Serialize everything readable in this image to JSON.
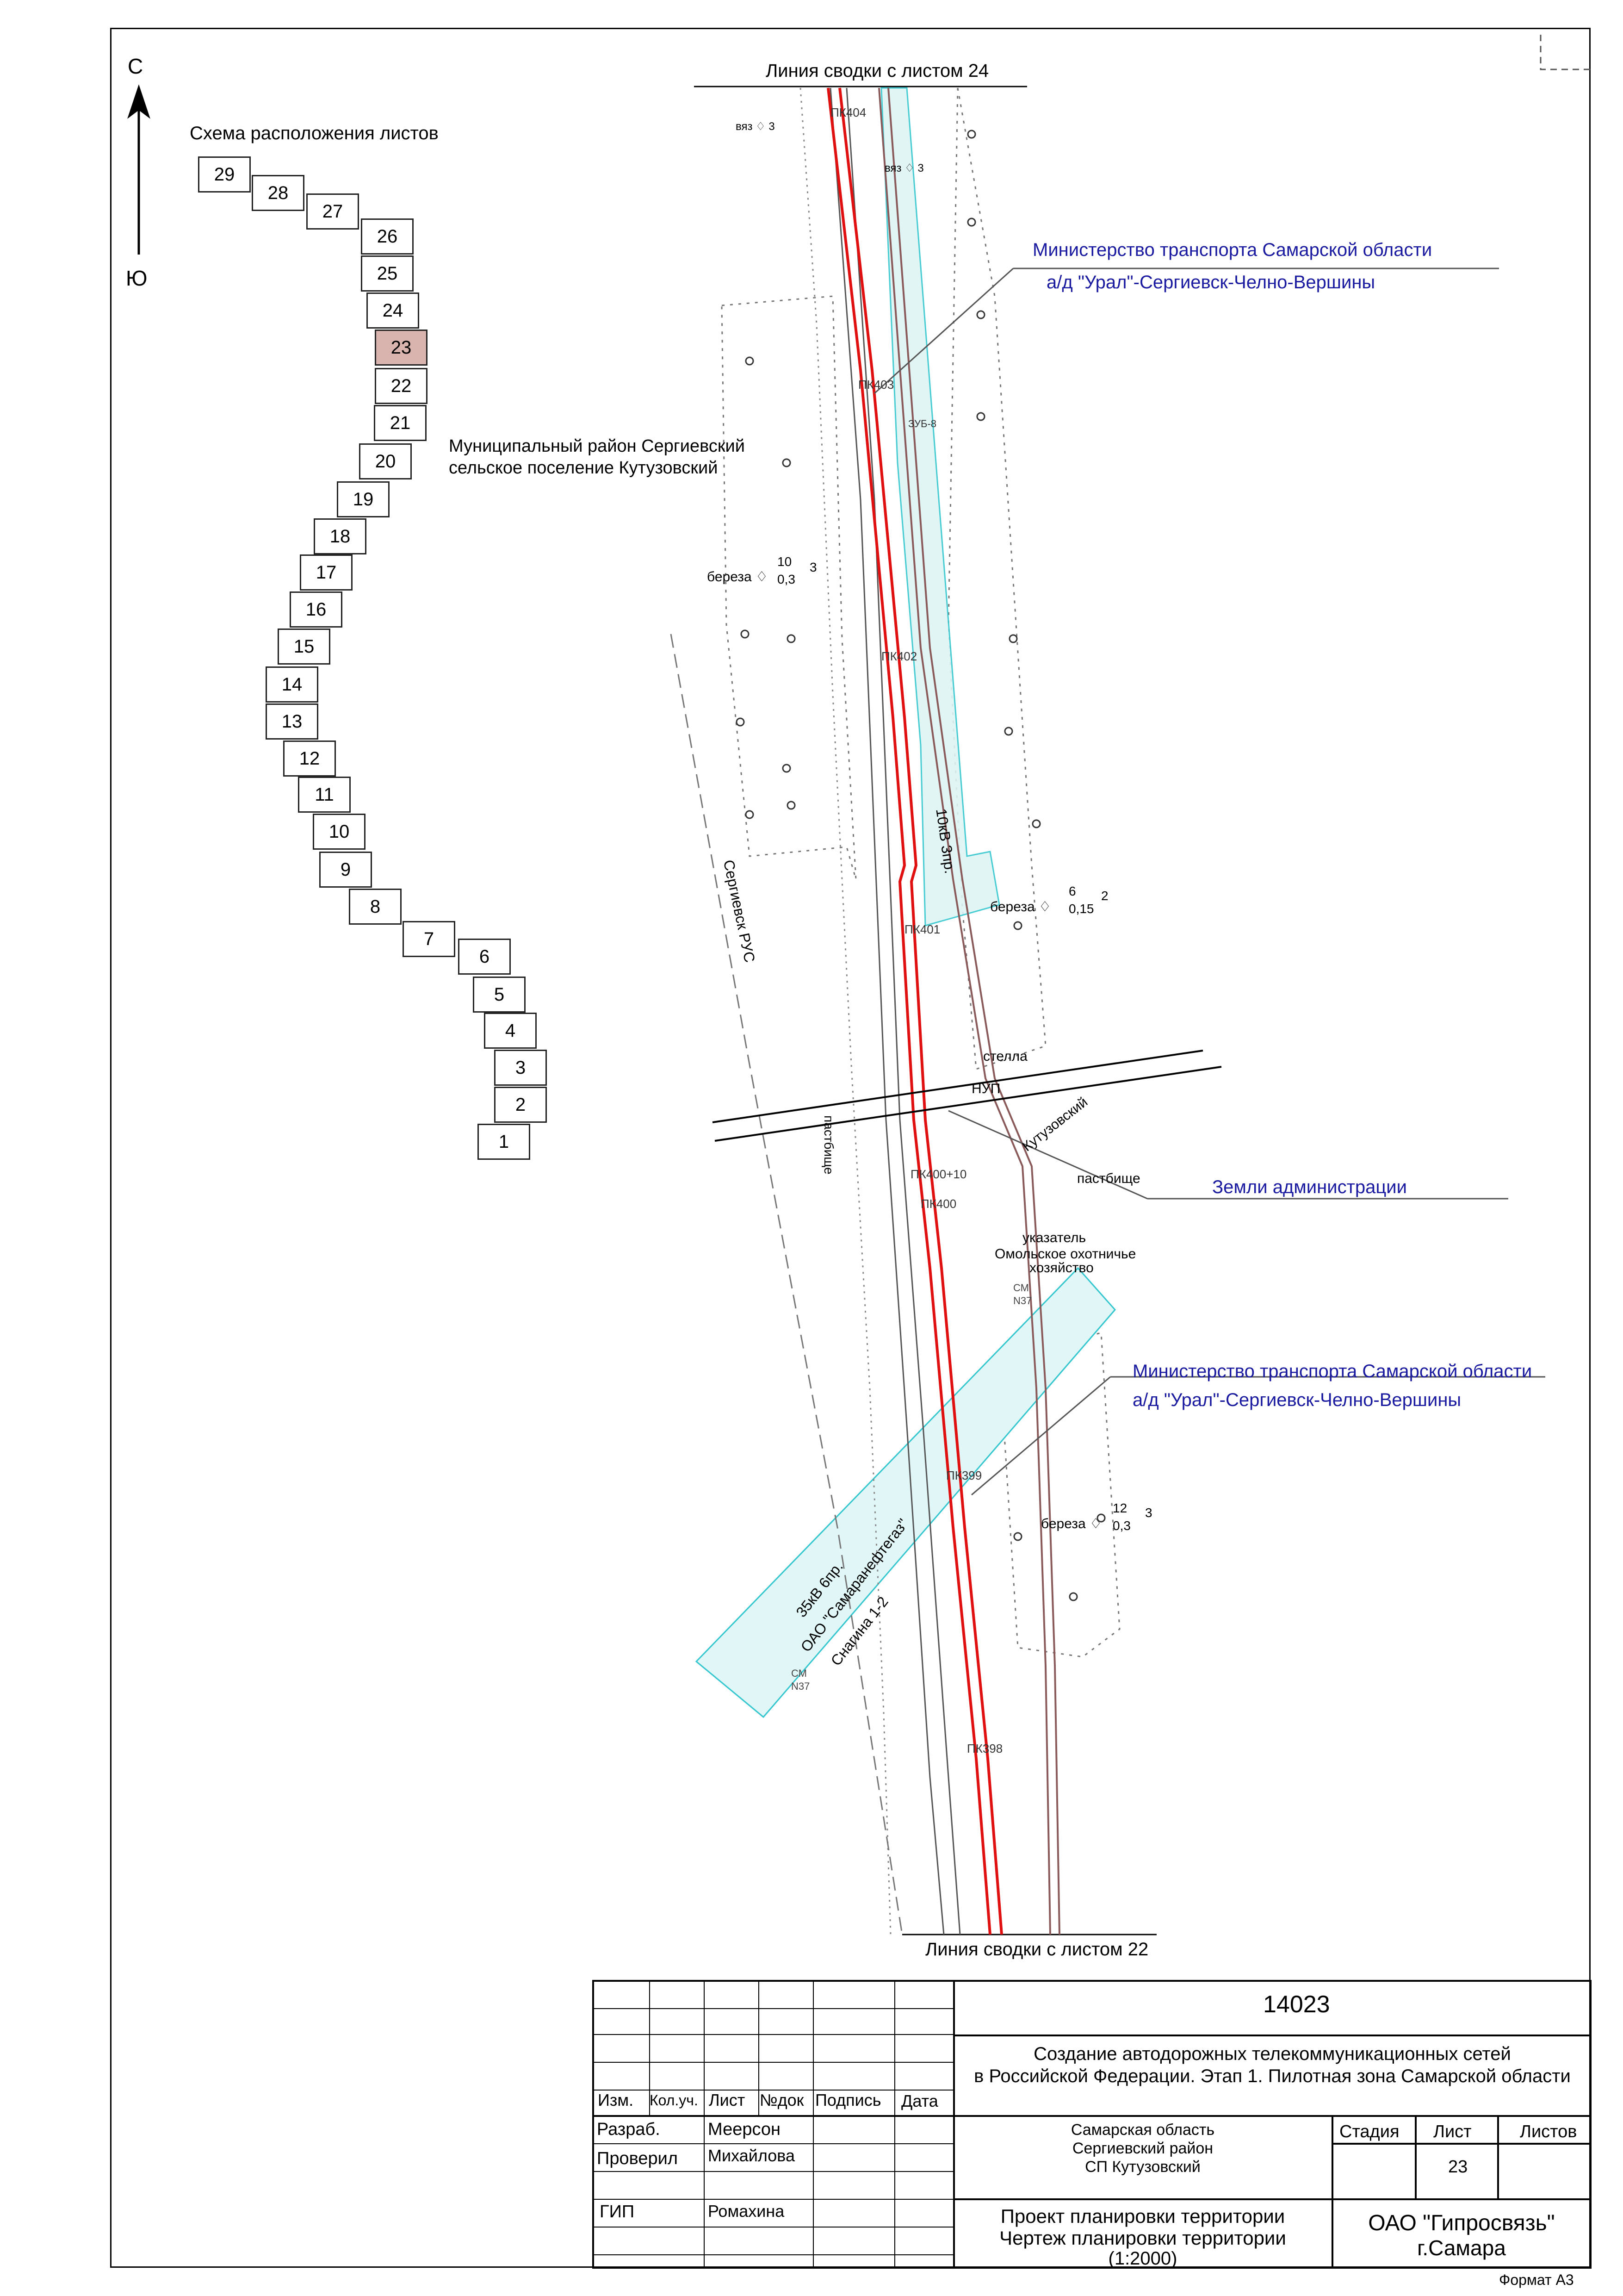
{
  "compass": {
    "north": "С",
    "south": "Ю"
  },
  "scheme": {
    "title": "Схема расположения листов",
    "current": "23",
    "sheets": [
      "29",
      "28",
      "27",
      "26",
      "25",
      "24",
      "23",
      "22",
      "21",
      "20",
      "19",
      "18",
      "17",
      "16",
      "15",
      "14",
      "13",
      "12",
      "11",
      "10",
      "9",
      "8",
      "7",
      "6",
      "5",
      "4",
      "3",
      "2",
      "1"
    ]
  },
  "map": {
    "match_top": "Линия сводки с листом 24",
    "match_bottom": "Линия сводки с листом 22",
    "municipal_line1": "Муниципальный район Сергиевский",
    "municipal_line2": "сельское поселение Кутузовский",
    "owner1_line1": "Министерство транспорта Самарской области",
    "owner1_line2": "а/д \"Урал\"-Сергиевск-Челно-Вершины",
    "owner2_line1": "Министерство транспорта Самарской области",
    "owner2_line2": "а/д \"Урал\"-Сергиевск-Челно-Вершины",
    "admin_land": "Земли администрации",
    "pk404": "ПК404",
    "pk403": "ПК403",
    "pk402": "ПК402",
    "pk401": "ПК401",
    "pk400_10": "ПК400+10",
    "pk400": "ПК400",
    "pk399": "ПК399",
    "pk398": "ПК398",
    "tree_vyaz": "вяз",
    "tree_vyaz_n": "3",
    "tree_vyaz2": "вяз",
    "tree_vyaz2_n": "3",
    "tree_bereza1": "береза",
    "tree_bereza1_a": "10",
    "tree_bereza1_b": "0,3",
    "tree_bereza1_c": "3",
    "tree_bereza2": "береза",
    "tree_bereza2_a": "6",
    "tree_bereza2_b": "0,15",
    "tree_bereza2_c": "2",
    "tree_bereza3": "береза",
    "tree_bereza3_a": "12",
    "tree_bereza3_b": "0,3",
    "tree_bereza3_c": "3",
    "zub": "ЗУБ-8",
    "power_10kv": "10кВ 3пр.",
    "rus": "Сергиевск РУС",
    "stella": "стелла",
    "nup": "НУП",
    "kutuzovsky": "Кутузовский",
    "pastbishe1": "пастбище",
    "pastbishe2": "пастбище",
    "ukazatel": "указатель",
    "hunt_line1": "Омольское охотничье",
    "hunt_line2": "хозяйство",
    "sm1_a": "СМ",
    "sm1_b": "N37",
    "sm2_a": "СМ",
    "sm2_b": "N37",
    "kv35_line1": "35кВ 6пр.",
    "kv35_line2": "ОАО \"Самаранефтегаз\"",
    "kv35_line3": "Снагина 1-2"
  },
  "titleblock": {
    "code": "14023",
    "project_line1": "Создание автодорожных телекоммуникационных сетей",
    "project_line2": "в Российской Федерации. Этап 1. Пилотная зона Самарской области",
    "headers": {
      "izm": "Изм.",
      "kolych": "Кол.уч.",
      "list": "Лист",
      "ndok": "№док",
      "podpis": "Подпись",
      "data": "Дата"
    },
    "razrab_label": "Разраб.",
    "razrab_name": "Меерсон",
    "proveril_label": "Проверил",
    "proveril_name": "Михайлова",
    "gip_label": "ГИП",
    "gip_name": "Ромахина",
    "location_line1": "Самарская область",
    "location_line2": "Сергиевский район",
    "location_line3": "СП Кутузовский",
    "stage_label": "Стадия",
    "sheet_label": "Лист",
    "sheets_label": "Листов",
    "sheet_no": "23",
    "doc_line1": "Проект планировки территории",
    "doc_line2": "Чертеж планировки территории",
    "doc_line3": "(1:2000)",
    "org_line1": "ОАО \"Гипросвязь\"",
    "org_line2": "г.Самара"
  },
  "format": "Формат А3",
  "colors": {
    "cable": "#e01010",
    "zone": "#35c7cf",
    "road": "#8a5a5a",
    "owner_text": "#1a1aa0"
  }
}
